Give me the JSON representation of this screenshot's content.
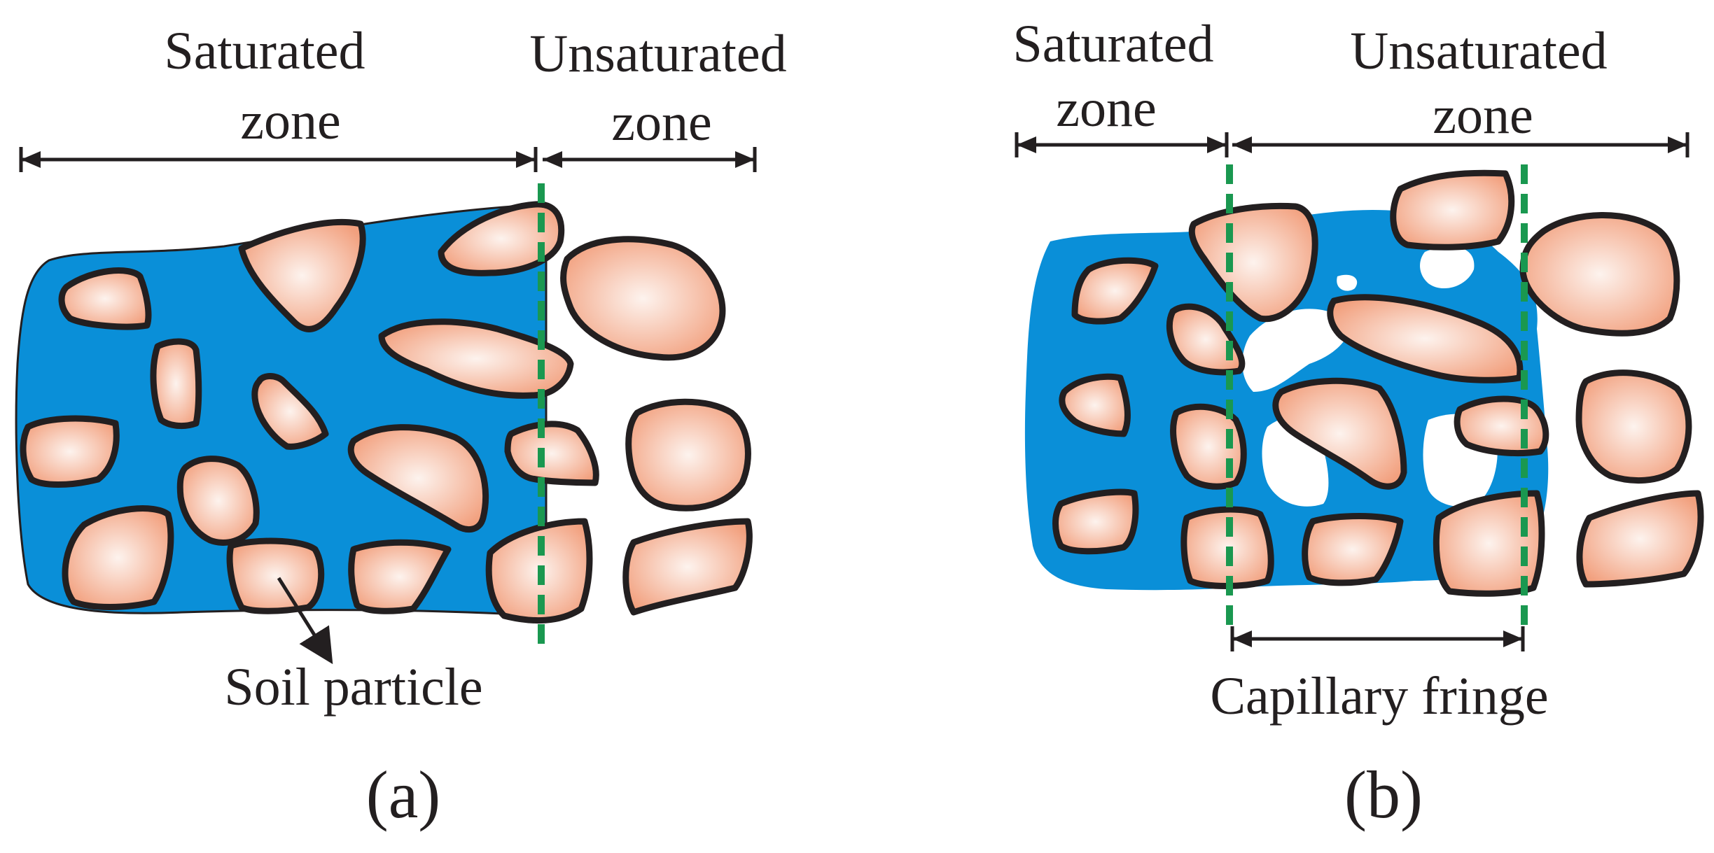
{
  "colors": {
    "water": "#0a8fd8",
    "particle_center": "#fbe9e0",
    "particle_edge": "#f2a583",
    "outline": "#231f20",
    "boundary_line": "#1a9850"
  },
  "panel_a": {
    "saturated_zone": [
      "Saturated",
      "zone"
    ],
    "unsaturated_zone": [
      "Unsaturated",
      "zone"
    ],
    "particle_label": "Soil particle",
    "caption": "(a)"
  },
  "panel_b": {
    "saturated_zone": [
      "Saturated",
      "zone"
    ],
    "unsaturated_zone": [
      "Unsaturated",
      "zone"
    ],
    "fringe_label": "Capillary fringe",
    "caption": "(b)"
  }
}
